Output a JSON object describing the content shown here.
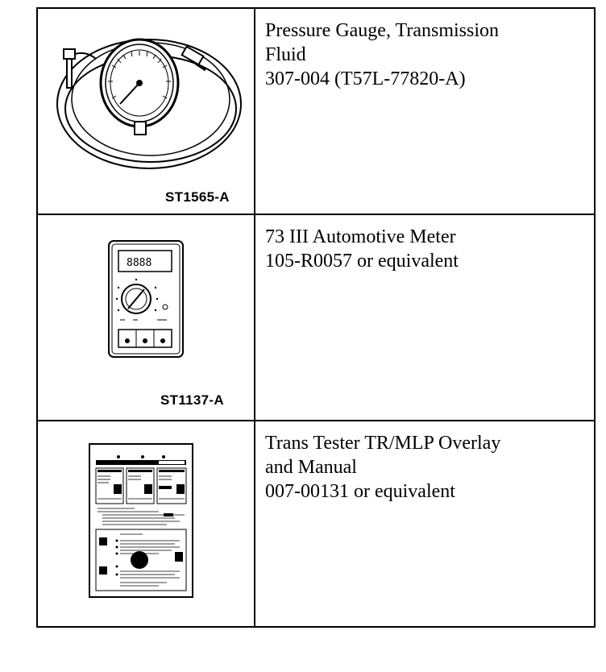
{
  "tools": [
    {
      "illustration": "pressure-gauge-illustration",
      "image_code": "ST1565-A",
      "description_lines": [
        "Pressure Gauge, Transmission",
        "Fluid",
        "307-004 (T57L-77820-A)"
      ]
    },
    {
      "illustration": "automotive-meter-illustration",
      "image_code": "ST1137-A",
      "description_lines": [
        "73 III Automotive Meter",
        "105-R0057 or equivalent"
      ]
    },
    {
      "illustration": "overlay-manual-illustration",
      "image_code": "",
      "description_lines": [
        "Trans Tester TR/MLP Overlay",
        "and Manual",
        "007-00131 or equivalent"
      ]
    }
  ]
}
